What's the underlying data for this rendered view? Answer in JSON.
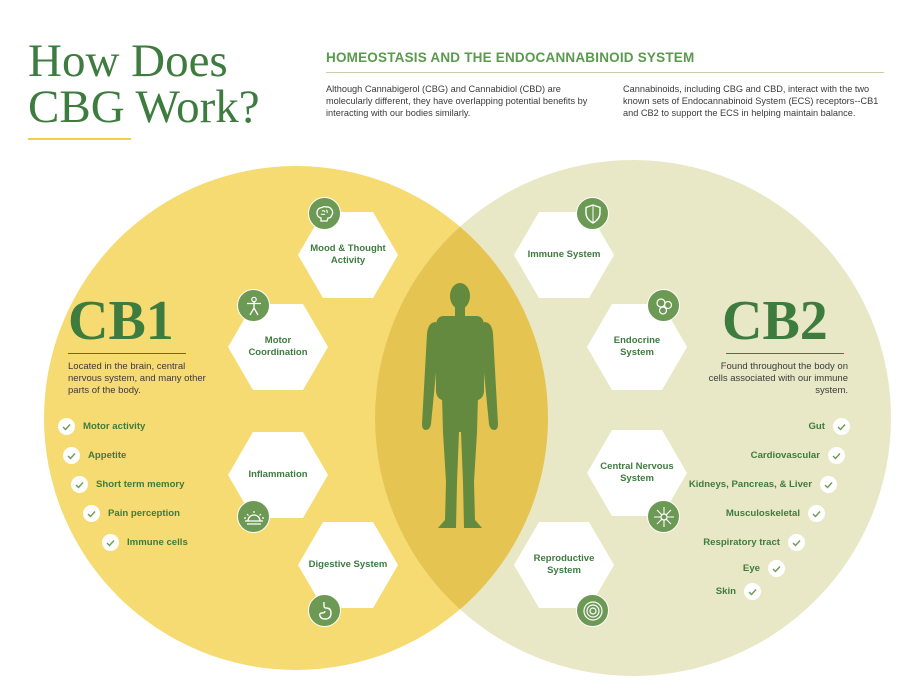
{
  "title": {
    "line1": "How Does",
    "line2": "CBG Work?"
  },
  "heading": "HOMEOSTASIS AND THE ENDOCANNABINOID SYSTEM",
  "intro": {
    "left": "Although Cannabigerol (CBG) and Cannabidiol (CBD) are molecularly different, they have overlapping potential benefits by interacting with our bodies similarly.",
    "right": "Cannabinoids, including CBG and CBD, interact with the two known sets of Endocannabinoid System (ECS) receptors--CB1 and CB2 to support the ECS in helping maintain balance."
  },
  "cb1": {
    "title": "CB1",
    "description": "Located in the brain, central nervous system, and many other parts of the body.",
    "list": [
      "Motor activity",
      "Appetite",
      "Short term memory",
      "Pain perception",
      "Immune cells"
    ]
  },
  "cb2": {
    "title": "CB2",
    "description": "Found throughout the body on cells associated with our immune system.",
    "list": [
      "Gut",
      "Cardiovascular",
      "Kidneys, Pancreas, & Liver",
      "Musculoskeletal",
      "Respiratory tract",
      "Eye",
      "Skin"
    ]
  },
  "systems_cb1": [
    "Mood & Thought Activity",
    "Motor Coordination",
    "Inflammation",
    "Digestive System"
  ],
  "systems_cb2": [
    "Immune System",
    "Endocrine System",
    "Central Nervous System",
    "Reproductive System"
  ],
  "icons": {
    "mood": "brain-icon",
    "motor": "human-figure-icon",
    "inflammation": "sunrise-icon",
    "digestive": "stomach-icon",
    "immune": "shield-icon",
    "endocrine": "cells-icon",
    "cns": "neuron-icon",
    "reproductive": "target-circle-icon",
    "check": "checkmark-icon"
  },
  "colors": {
    "cb1_circle": "#f6db73",
    "cb2_circle": "#e9e8c6",
    "overlap": "#e6c451",
    "accent_green": "#3e7b3f",
    "icon_green": "#6c9a55",
    "human": "#638a3e",
    "underline": "#f0cf4f"
  }
}
